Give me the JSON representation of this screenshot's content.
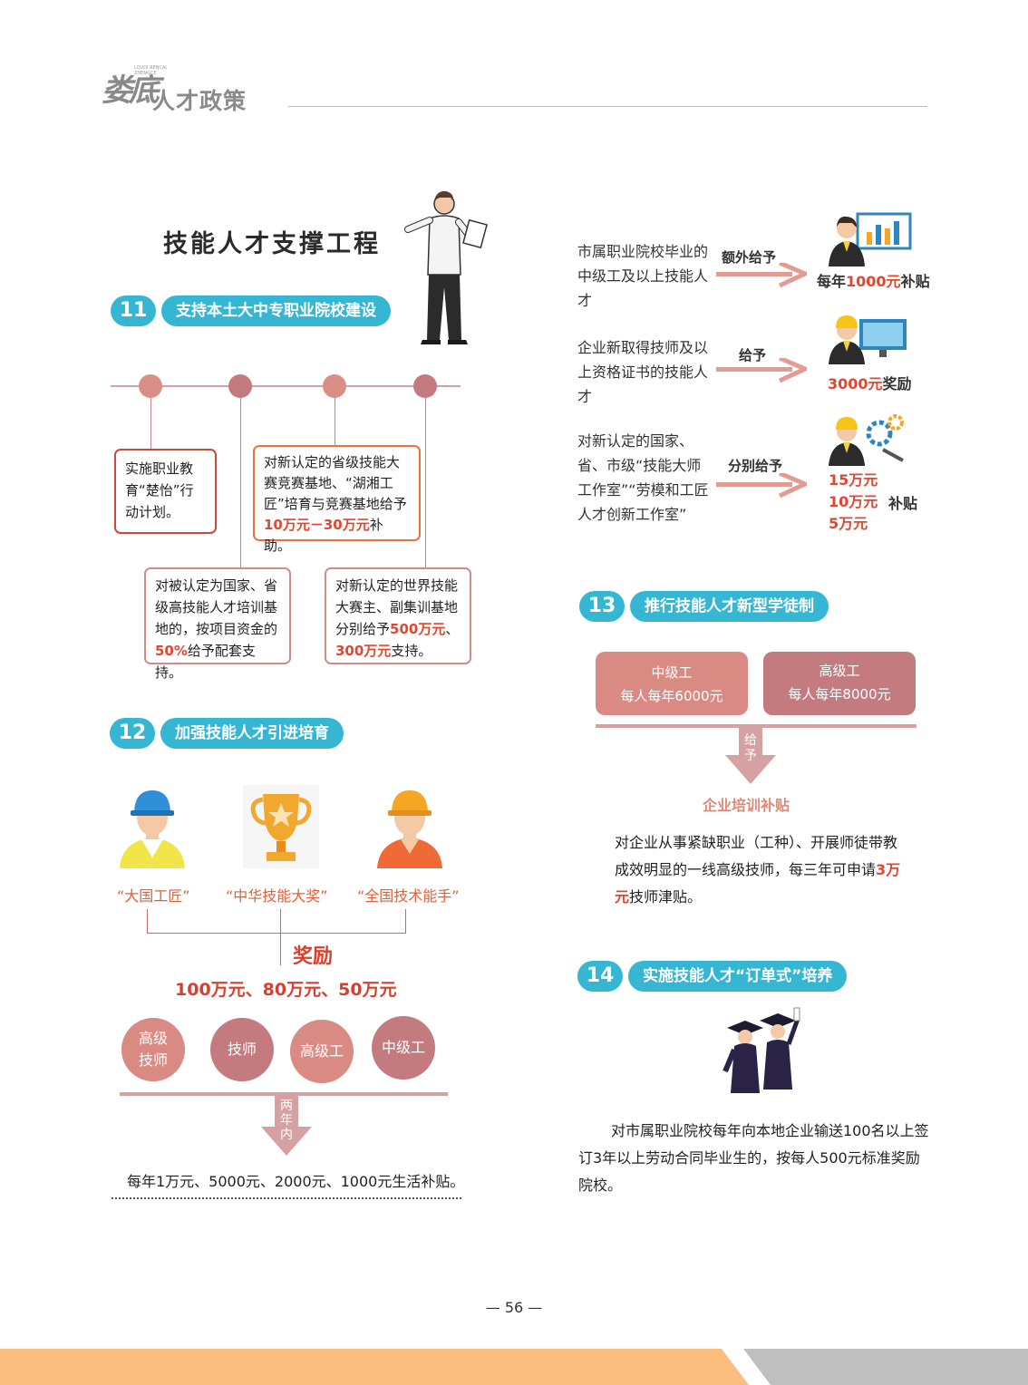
{
  "header": {
    "logo_script": "娄底",
    "logo_small": "LOUDI RENCAI ZHENGCE",
    "section_title": "人才政策"
  },
  "main_title": "技能人才支撑工程",
  "sec11": {
    "num": "11",
    "label": "支持本土大中专职业院校建设",
    "box1": "实施职业教育“楚怡”行动计划。",
    "box2_pre": "对新认定的省级技能大赛竞赛基地、“湖湘工匠”培育与竞赛基地给予",
    "box2_red": "10万元－30万元",
    "box2_post": "补助。",
    "box3_pre": "对被认定为国家、省级高技能人才培训基地的，按项目资金的",
    "box3_red": "50%",
    "box3_post": "给予配套支持。",
    "box4_pre": "对新认定的世界技能大赛主、副集训基地分别给予",
    "box4_red1": "500万元",
    "box4_mid": "、",
    "box4_red2": "300万元",
    "box4_post": "支持。"
  },
  "sec12": {
    "num": "12",
    "label": "加强技能人才引进培育",
    "awards": [
      "“大国工匠”",
      "“中华技能大奖”",
      "“全国技术能手”"
    ],
    "reward_label": "奖励",
    "reward_amounts": "100万元、80万元、50万元",
    "levels": [
      "高级技师",
      "技师",
      "高级工",
      "中级工"
    ],
    "arrow_text": "两年内",
    "subsidy": "每年1万元、5000元、2000元、1000元生活补贴。"
  },
  "right_top": {
    "rows": [
      {
        "text": "市属职业院校毕业的中级工及以上技能人才",
        "arrow": "额外给予",
        "result_pre": "每年",
        "result_red": "1000元",
        "result_post": "补贴"
      },
      {
        "text": "企业新取得技师及以上资格证书的技能人才",
        "arrow": "给予",
        "result_pre": "",
        "result_red": "3000元",
        "result_post": "奖励"
      },
      {
        "text": "对新认定的国家、省、市级“技能大师工作室”“劳模和工匠人才创新工作室”",
        "arrow": "分别给予",
        "result_amounts": [
          "15万元",
          "10万元",
          "5万元"
        ],
        "result_post": "补贴"
      }
    ]
  },
  "sec13": {
    "num": "13",
    "label": "推行技能人才新型学徒制",
    "mid_title": "中级工",
    "mid_amount": "每人每年6000元",
    "high_title": "高级工",
    "high_amount": "每人每年8000元",
    "arrow_text": "给予",
    "result": "企业培训补贴",
    "para_pre": "对企业从事紧缺职业（工种）、开展师徒带教成效明显的一线高级技师，每三年可申请",
    "para_red": "3万元",
    "para_post": "技师津贴。"
  },
  "sec14": {
    "num": "14",
    "label": "实施技能人才“订单式”培养",
    "para": "对市属职业院校每年向本地企业输送100名以上签订3年以上劳动合同毕业生的，按每人500元标准奖励院校。"
  },
  "footer": {
    "page_number": "— 56 —"
  },
  "colors": {
    "accent_blue": "#35b6d2",
    "rose": "#c7838a",
    "red": "#e3462f",
    "orange_bar": "#fbbe7e"
  }
}
